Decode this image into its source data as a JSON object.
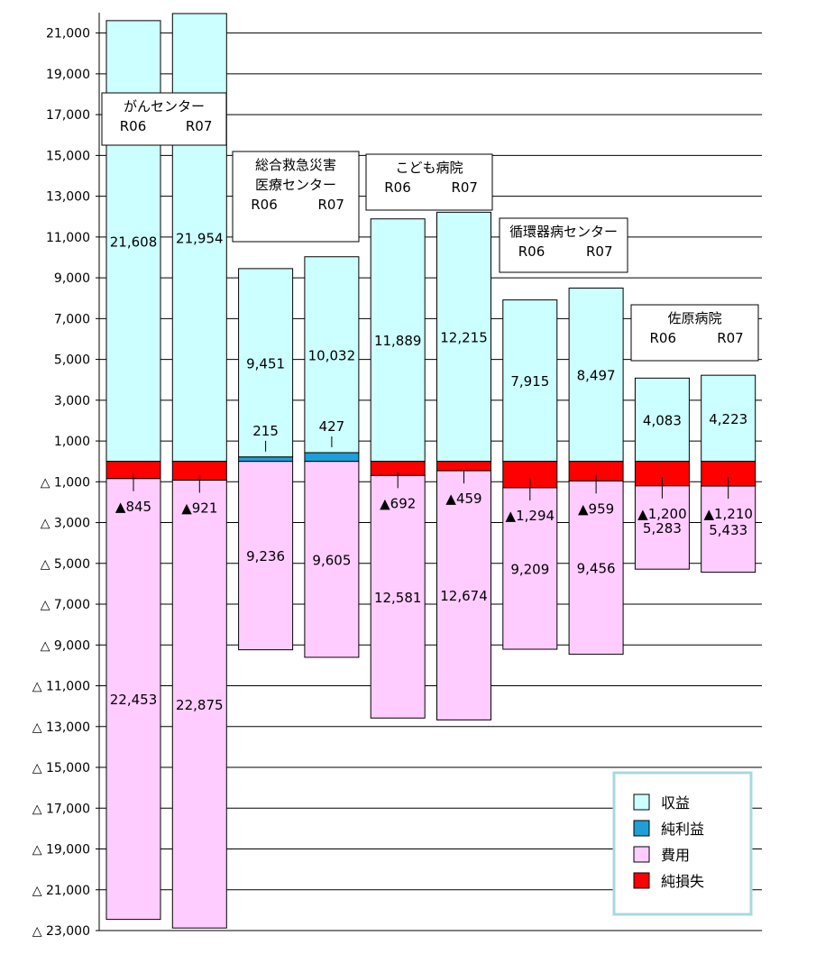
{
  "chart_data": {
    "type": "bar",
    "stacking": "diverging",
    "ylim": [
      -23000,
      22000
    ],
    "grid": true,
    "legend_placement": "bottom-right",
    "yticks": [
      {
        "value": 21000,
        "label": "21,000"
      },
      {
        "value": 19000,
        "label": "19,000"
      },
      {
        "value": 17000,
        "label": "17,000"
      },
      {
        "value": 15000,
        "label": "15,000"
      },
      {
        "value": 13000,
        "label": "13,000"
      },
      {
        "value": 11000,
        "label": "11,000"
      },
      {
        "value": 9000,
        "label": "9,000"
      },
      {
        "value": 7000,
        "label": "7,000"
      },
      {
        "value": 5000,
        "label": "5,000"
      },
      {
        "value": 3000,
        "label": "3,000"
      },
      {
        "value": 1000,
        "label": "1,000"
      },
      {
        "value": -1000,
        "label": "△ 1,000"
      },
      {
        "value": -3000,
        "label": "△ 3,000"
      },
      {
        "value": -5000,
        "label": "△ 5,000"
      },
      {
        "value": -7000,
        "label": "△ 7,000"
      },
      {
        "value": -9000,
        "label": "△ 9,000"
      },
      {
        "value": -11000,
        "label": "△ 11,000"
      },
      {
        "value": -13000,
        "label": "△ 13,000"
      },
      {
        "value": -15000,
        "label": "△ 15,000"
      },
      {
        "value": -17000,
        "label": "△ 17,000"
      },
      {
        "value": -19000,
        "label": "△ 19,000"
      },
      {
        "value": -21000,
        "label": "△ 21,000"
      },
      {
        "value": -23000,
        "label": "△ 23,000"
      }
    ],
    "series": [
      {
        "name": "収益",
        "color": "#ccffff"
      },
      {
        "name": "純利益",
        "color": "#1e9fd8"
      },
      {
        "name": "費用",
        "color": "#ffccff"
      },
      {
        "name": "純損失",
        "color": "#ff0000"
      }
    ],
    "groups": [
      {
        "name_lines": [
          "がんセンター"
        ],
        "bars": [
          {
            "label": "R06",
            "revenue": 21608,
            "revenue_label": "21,608",
            "expense": 22453,
            "expense_label": "22,453",
            "profit": 0,
            "loss": 845,
            "net_label": "▲845"
          },
          {
            "label": "R07",
            "revenue": 21954,
            "revenue_label": "21,954",
            "expense": 22875,
            "expense_label": "22,875",
            "profit": 0,
            "loss": 921,
            "net_label": "▲921"
          }
        ]
      },
      {
        "name_lines": [
          "総合救急災害",
          "医療センター"
        ],
        "bars": [
          {
            "label": "R06",
            "revenue": 9451,
            "revenue_label": "9,451",
            "expense": 9236,
            "expense_label": "9,236",
            "profit": 215,
            "loss": 0,
            "net_label": "215"
          },
          {
            "label": "R07",
            "revenue": 10032,
            "revenue_label": "10,032",
            "expense": 9605,
            "expense_label": "9,605",
            "profit": 427,
            "loss": 0,
            "net_label": "427"
          }
        ]
      },
      {
        "name_lines": [
          "こども病院"
        ],
        "bars": [
          {
            "label": "R06",
            "revenue": 11889,
            "revenue_label": "11,889",
            "expense": 12581,
            "expense_label": "12,581",
            "profit": 0,
            "loss": 692,
            "net_label": "▲692"
          },
          {
            "label": "R07",
            "revenue": 12215,
            "revenue_label": "12,215",
            "expense": 12674,
            "expense_label": "12,674",
            "profit": 0,
            "loss": 459,
            "net_label": "▲459"
          }
        ]
      },
      {
        "name_lines": [
          "循環器病センター"
        ],
        "bars": [
          {
            "label": "R06",
            "revenue": 7915,
            "revenue_label": "7,915",
            "expense": 9209,
            "expense_label": "9,209",
            "profit": 0,
            "loss": 1294,
            "net_label": "▲1,294"
          },
          {
            "label": "R07",
            "revenue": 8497,
            "revenue_label": "8,497",
            "expense": 9456,
            "expense_label": "9,456",
            "profit": 0,
            "loss": 959,
            "net_label": "▲959"
          }
        ]
      },
      {
        "name_lines": [
          "佐原病院"
        ],
        "bars": [
          {
            "label": "R06",
            "revenue": 4083,
            "revenue_label": "4,083",
            "expense": 5283,
            "expense_label": "5,283",
            "profit": 0,
            "loss": 1200,
            "net_label": "▲1,200"
          },
          {
            "label": "R07",
            "revenue": 4223,
            "revenue_label": "4,223",
            "expense": 5433,
            "expense_label": "5,433",
            "profit": 0,
            "loss": 1210,
            "net_label": "▲1,210"
          }
        ]
      }
    ]
  }
}
